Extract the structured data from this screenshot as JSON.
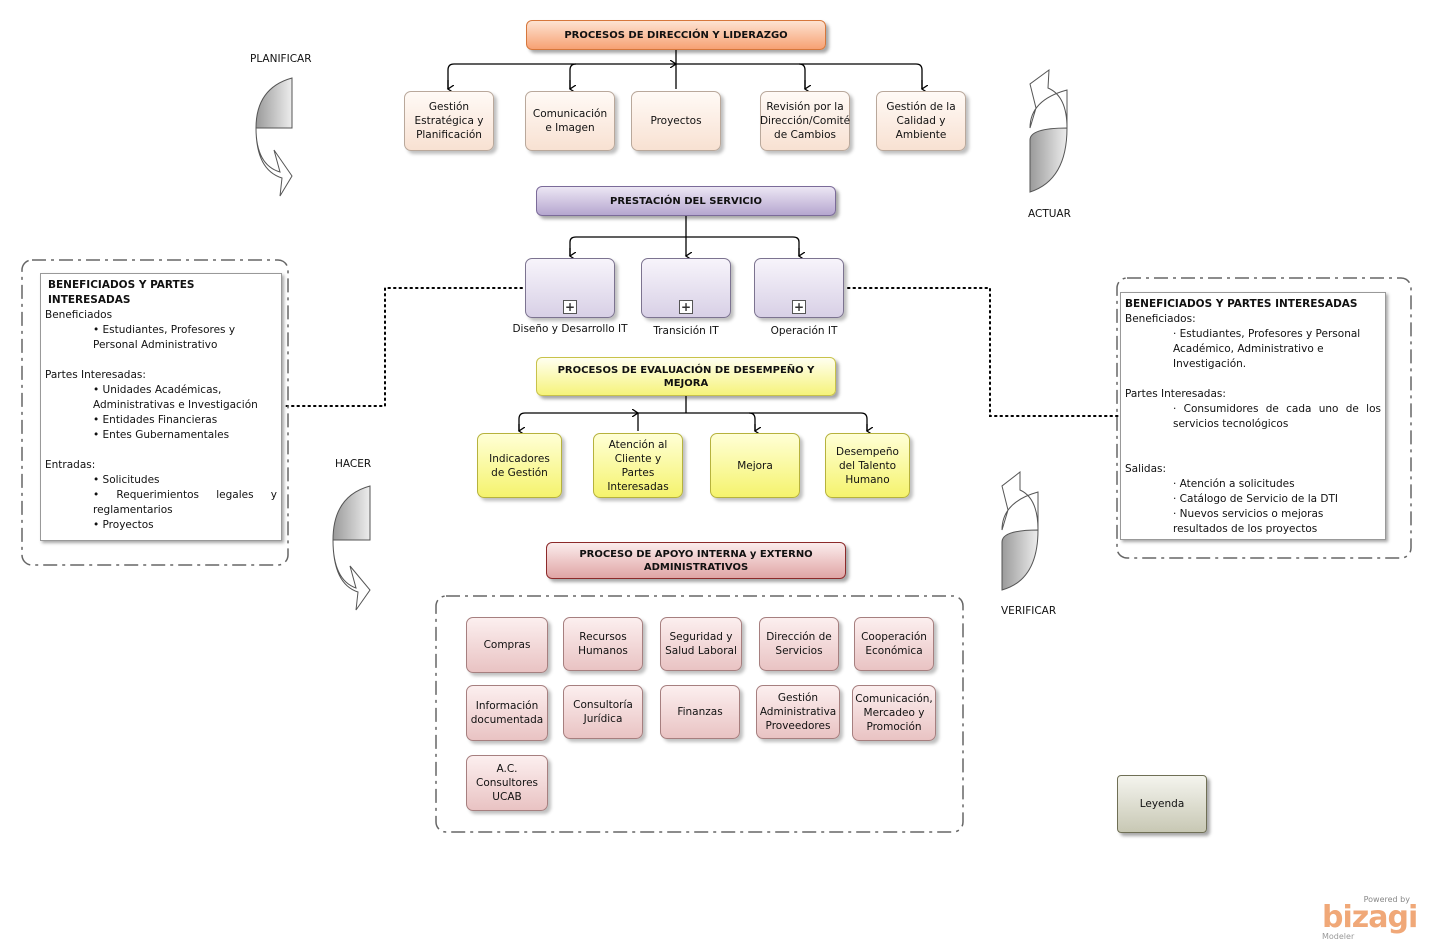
{
  "headers": {
    "direction": "PROCESOS DE DIRECCIÓN Y LIDERAZGO",
    "service": "PRESTACIÓN DEL SERVICIO",
    "evaluation": "PROCESOS DE EVALUACIÓN DE DESEMPEÑO Y MEJORA",
    "support": "PROCESO DE APOYO INTERNA y EXTERNO ADMINISTRATIVOS"
  },
  "direction_processes": [
    "Gestión Estratégica y Planificación",
    "Comunicación e Imagen",
    "Proyectos",
    "Revisión por la Dirección/Comité de Cambios",
    "Gestión de la Calidad y Ambiente"
  ],
  "service_subprocesses": [
    "Diseño y Desarrollo IT",
    "Transición IT",
    "Operación IT"
  ],
  "evaluation_processes": [
    "Indicadores de Gestión",
    "Atención al Cliente y Partes Interesadas",
    "Mejora",
    "Desempeño del Talento Humano"
  ],
  "support_processes": [
    "Compras",
    "Recursos Humanos",
    "Seguridad y Salud Laboral",
    "Dirección de Servicios",
    "Cooperación Económica",
    "Información documentada",
    "Consultoría Jurídica",
    "Finanzas",
    "Gestión Administrativa Proveedores",
    "Comunicación, Mercadeo y Promoción",
    "A.C. Consultores UCAB"
  ],
  "cycle": {
    "plan": "PLANIFICAR",
    "act": "ACTUAR",
    "do": "HACER",
    "check": "VERIFICAR"
  },
  "left_panel": {
    "title": "BENEFICIADOS Y PARTES INTERESADAS",
    "beneficiaries_label": "Beneficiados",
    "beneficiaries": [
      "• Estudiantes, Profesores y Personal Administrativo"
    ],
    "stakeholders_label": "Partes Interesadas:",
    "stakeholders": [
      "• Unidades Académicas, Administrativas e Investigación",
      "• Entidades Financieras",
      "• Entes Gubernamentales"
    ],
    "inputs_label": "Entradas:",
    "inputs": [
      "• Solicitudes",
      "• Requerimientos legales y reglamentarios",
      "• Proyectos"
    ]
  },
  "right_panel": {
    "title": "BENEFICIADOS Y PARTES INTERESADAS",
    "beneficiaries_label": "Beneficiados:",
    "beneficiaries": [
      "· Estudiantes, Profesores y Personal Académico, Administrativo e Investigación."
    ],
    "stakeholders_label": "Partes Interesadas:",
    "stakeholders": [
      "· Consumidores de cada uno de los servicios tecnológicos"
    ],
    "outputs_label": "Salidas:",
    "outputs": [
      "· Atención a solicitudes",
      "· Catálogo de Servicio de la DTI",
      "· Nuevos servicios o mejoras resultados de los proyectos"
    ]
  },
  "legend": "Leyenda",
  "branding": {
    "powered": "Powered by",
    "name": "bizagi",
    "product": "Modeler"
  }
}
